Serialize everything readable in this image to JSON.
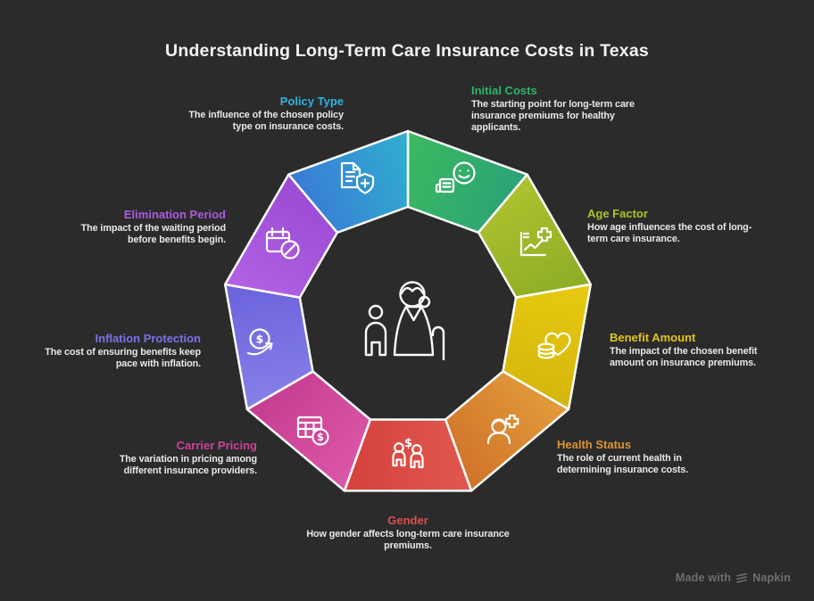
{
  "title": "Understanding Long-Term Care Insurance Costs in Texas",
  "background_color": "#2b2b2c",
  "watermark": {
    "prefix": "Made with",
    "brand": "Napkin",
    "logo_icon": "napkin-logo-icon",
    "color": "#6f6f6f"
  },
  "diagram": {
    "type": "segmented-ring",
    "center_illustration": "elderly-woman-with-cane-and-child-icon",
    "segments": [
      {
        "id": "initial-costs",
        "label": "Initial Costs",
        "description": "The starting point for long-term care insurance premiums for healthy applicants.",
        "color": "#2db567",
        "gradient": [
          "#3dba5e",
          "#2ba277"
        ],
        "icon": "invoice-smiley-icon"
      },
      {
        "id": "age-factor",
        "label": "Age Factor",
        "description": "How age influences the cost of long-term care insurance.",
        "color": "#a9c428",
        "gradient": [
          "#aec22e",
          "#8cac26"
        ],
        "icon": "growth-chart-plus-icon"
      },
      {
        "id": "benefit-amount",
        "label": "Benefit Amount",
        "description": "The impact of the chosen benefit amount on insurance premiums.",
        "color": "#e3c414",
        "gradient": [
          "#e8ca10",
          "#d4b50c"
        ],
        "icon": "heart-coins-icon"
      },
      {
        "id": "health-status",
        "label": "Health Status",
        "description": "The role of current health in determining insurance costs.",
        "color": "#de9234",
        "gradient": [
          "#e29c3a",
          "#d0722a"
        ],
        "icon": "patient-plus-icon"
      },
      {
        "id": "gender",
        "label": "Gender",
        "description": "How gender affects long-term care insurance premiums.",
        "color": "#dd4f4a",
        "gradient": [
          "#e05850",
          "#d5413c"
        ],
        "icon": "two-people-dollar-icon"
      },
      {
        "id": "carrier-pricing",
        "label": "Carrier Pricing",
        "description": "The variation in pricing among different insurance providers.",
        "color": "#ce4399",
        "gradient": [
          "#dc58a8",
          "#c53c90"
        ],
        "icon": "price-table-dollar-icon"
      },
      {
        "id": "inflation-protection",
        "label": "Inflation Protection",
        "description": "The cost of ensuring benefits keep pace with inflation.",
        "color": "#7c73e8",
        "gradient": [
          "#8680e8",
          "#6b62db"
        ],
        "icon": "dollar-trend-arrow-icon"
      },
      {
        "id": "elimination-period",
        "label": "Elimination Period",
        "description": "The impact of the waiting period before benefits begin.",
        "color": "#ac5ce2",
        "gradient": [
          "#b262e2",
          "#9a4ad4"
        ],
        "icon": "calendar-blocked-icon"
      },
      {
        "id": "policy-type",
        "label": "Policy Type",
        "description": "The influence of the chosen policy type on insurance costs.",
        "color": "#2fb3dc",
        "gradient": [
          "#3a7ad6",
          "#2fb0ce"
        ],
        "icon": "policy-document-shield-icon"
      }
    ]
  }
}
